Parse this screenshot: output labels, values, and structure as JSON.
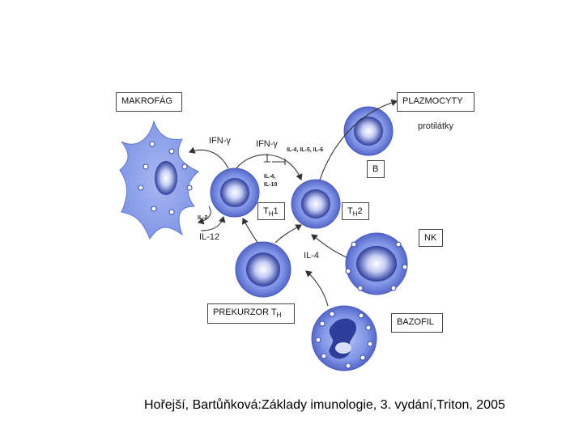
{
  "boxes": {
    "makrofag": "MAKROFÁG",
    "plazmocyty": "PLAZMOCYTY",
    "b": "B",
    "th1_main": "T",
    "th1_sub": "H",
    "th1_num": "1",
    "th2_main": "T",
    "th2_sub": "H",
    "th2_num": "2",
    "nk": "NK",
    "prekurzor_main": "PREKURZOR T",
    "prekurzor_sub": "H",
    "bazofil": "BAZOFIL"
  },
  "labels": {
    "ifn_left": "IFN-γ",
    "ifn_mid": "IFN-γ",
    "il456": "IL-4, IL-5, IL-6",
    "il4_il10_a": "IL-4,",
    "il4_il10_b": "IL-10",
    "il2": "IL-2",
    "il12": "IL-12",
    "il4": "IL-4",
    "protilatky": "protilátky"
  },
  "caption": "Hořejší, Bartůňková:Základy imunologie, 3. vydání,Triton,  2005",
  "colors": {
    "cell_fill": "#7f95e6",
    "cell_dark": "#3b4aa8",
    "nucleus_light": "#e8ecff",
    "arrow": "#333333"
  }
}
